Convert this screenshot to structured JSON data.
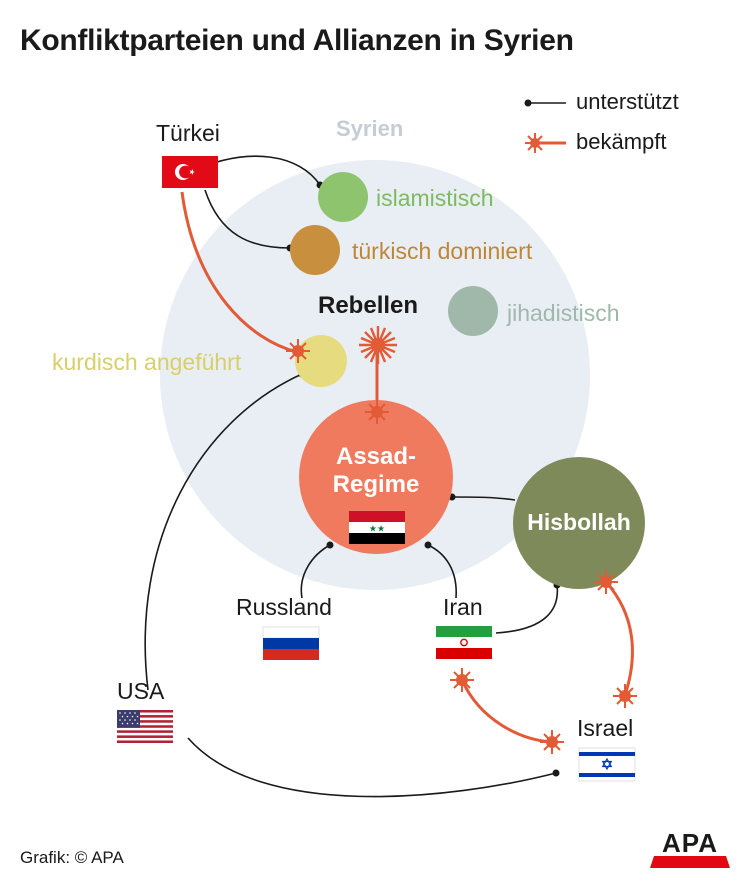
{
  "title": "Konfliktparteien und Allianzen in Syrien",
  "legend": {
    "support_label": "unterstützt",
    "fight_label": "bekämpft"
  },
  "region_label": "Syrien",
  "groups": {
    "islamistisch": "islamistisch",
    "tuerkisch": "türkisch dominiert",
    "jihadistisch": "jihadistisch",
    "kurdisch": "kurdisch angeführt",
    "rebellen": "Rebellen"
  },
  "actors": {
    "assad_line1": "Assad-",
    "assad_line2": "Regime",
    "hisbollah": "Hisbollah",
    "tuerkei": "Türkei",
    "russland": "Russland",
    "iran": "Iran",
    "usa": "USA",
    "israel": "Israel"
  },
  "credit": "Grafik: © APA",
  "logo_text": "APA",
  "colors": {
    "support_line": "#1a1a1a",
    "fight_line": "#e25b36",
    "syria_region": "#e8eef3",
    "islamistisch": "#8fc46f",
    "tuerkisch": "#c78f3e",
    "jihadistisch": "#9fb8a9",
    "kurdisch": "#e6db7e",
    "assad": "#f07a5d",
    "hisbollah": "#7f8a5a"
  }
}
